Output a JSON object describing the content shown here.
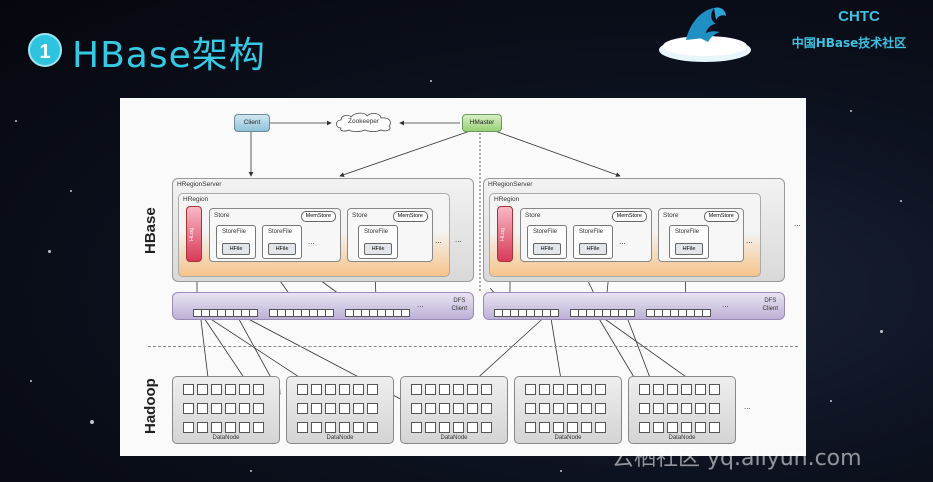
{
  "header": {
    "number_badge": "1",
    "title": "HBase架构"
  },
  "brand": {
    "org_name": "CHTC",
    "org_subtitle": "中国HBase技术社区"
  },
  "watermark": "云栖社区 yq.aliyun.com",
  "diagram": {
    "client": "Client",
    "zookeeper": "Zookeeper",
    "hmaster": "HMaster",
    "hbase_label": "HBase",
    "hadoop_label": "Hadoop",
    "servers": [
      {
        "label": "HRegionServer",
        "region_label": "HRegion",
        "hlog": "HLog",
        "stores": [
          {
            "label": "Store",
            "memstore": "MemStore",
            "storefiles": [
              {
                "label": "StoreFile",
                "hfile": "HFile"
              },
              {
                "label": "StoreFile",
                "hfile": "HFile"
              }
            ]
          },
          {
            "label": "Store",
            "memstore": "MemStore",
            "storefiles": [
              {
                "label": "StoreFile",
                "hfile": "HFile"
              }
            ]
          }
        ],
        "dfs_client": "DFS\nClient"
      },
      {
        "label": "HRegionServer",
        "region_label": "HRegion",
        "hlog": "HLog",
        "stores": [
          {
            "label": "Store",
            "memstore": "MemStore",
            "storefiles": [
              {
                "label": "StoreFile",
                "hfile": "HFile"
              },
              {
                "label": "StoreFile",
                "hfile": "HFile"
              }
            ]
          },
          {
            "label": "Store",
            "memstore": "MemStore",
            "storefiles": [
              {
                "label": "StoreFile",
                "hfile": "HFile"
              }
            ]
          }
        ],
        "dfs_client": "DFS\nClient"
      }
    ],
    "datanodes": [
      "DataNode",
      "DataNode",
      "DataNode",
      "DataNode",
      "DataNode"
    ],
    "ellipsis": "..."
  }
}
